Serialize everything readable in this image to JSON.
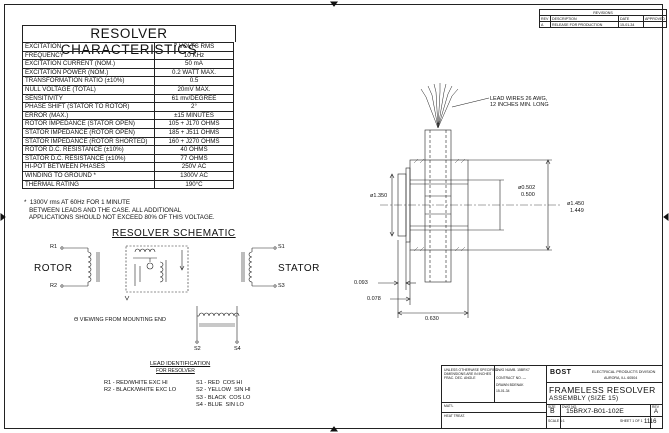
{
  "characteristics": {
    "title": "RESOLVER CHARACTERISTICS",
    "rows": [
      {
        "label": "EXCITATION",
        "value": "7 VOLTS RMS"
      },
      {
        "label": "FREQUENCY",
        "value": "10 KHz"
      },
      {
        "label": "EXCITATION CURRENT (NOM.)",
        "value": "50 mA"
      },
      {
        "label": "EXCITATION POWER (NOM.)",
        "value": "0.2 WATT MAX."
      },
      {
        "label": "TRANSFORMATION RATIO (±10%)",
        "value": "0.5"
      },
      {
        "label": "NULL VOLTAGE (TOTAL)",
        "value": "20mV MAX."
      },
      {
        "label": "SENSITIVITY",
        "value": "61 mv/DEGREE"
      },
      {
        "label": "PHASE SHIFT (STATOR TO ROTOR)",
        "value": "2°"
      },
      {
        "label": "ERROR (MAX.)",
        "value": "±15 MINUTES"
      },
      {
        "label": "ROTOR IMPEDANCE (STATOR OPEN)",
        "value": "105 + J170 OHMS"
      },
      {
        "label": "STATOR IMPEDANCE (ROTOR OPEN)",
        "value": "185 + J511 OHMS"
      },
      {
        "label": "STATOR IMPEDANCE (ROTOR SHORTED)",
        "value": "160 + J270 OHMS"
      },
      {
        "label": "ROTOR D.C. RESISTANCE (±10%)",
        "value": "40 OHMS"
      },
      {
        "label": "STATOR D.C. RESISTANCE (±10%)",
        "value": "77 OHMS"
      },
      {
        "label": "HI-POT BETWEEN PHASES",
        "value": "250V AC"
      },
      {
        "label": "WINDING TO GROUND *",
        "value": "1300V AC"
      },
      {
        "label": "THERMAL RATING",
        "value": "190°C"
      }
    ],
    "note": "*  1300V rms AT 60Hz FOR 1 MINUTE\n   BETWEEN LEADS AND THE CASE. ALL ADDITIONAL\n   APPLICATIONS SHOULD NOT EXCEED 80% OF THIS VOLTAGE."
  },
  "schematic": {
    "title": "RESOLVER SCHEMATIC",
    "rotor_label": "ROTOR",
    "stator_label": "STATOR",
    "r1": "R1",
    "r2": "R2",
    "s1": "S1",
    "s2": "S2",
    "s3": "S3",
    "s4": "S4",
    "view_note": "Θ VIEWING FROM MOUNTING END"
  },
  "lead_identification": {
    "title": "LEAD IDENTIFICATION",
    "subtitle": "FOR RESOLVER",
    "left": "R1 - RED/WHITE EXC HI\nR2 - BLACK/WHITE EXC LO",
    "right": "S1 - RED  COS HI\nS2 - YELLOW  SIN HI\nS3 - BLACK  COS LO\nS4 - BLUE  SIN LO"
  },
  "drawing": {
    "lead_note_1": "LEAD WIRES 26 AWG,",
    "lead_note_2": "12 INCHES MIN. LONG",
    "dia_1350": "ø1.350",
    "dia_0502": "ø0.502",
    "dia_0500": "0.500",
    "dia_1450": "ø1.450",
    "dia_1449": "1.449",
    "dim_0093": "0.093",
    "dim_0078": "0.078",
    "dim_0630": "0.630"
  },
  "revisions": {
    "header": "REVISIONS",
    "cols": [
      "REV",
      "DESCRIPTION",
      "DATE",
      "APPROVED"
    ],
    "row": [
      "A",
      "RELEASE FOR PRODUCTION",
      "15-01-34",
      ""
    ]
  },
  "title_block": {
    "company_line1": "ELECTRICAL PRODUCTS DIVISION",
    "company_line2": "AURORA, ILL  60504",
    "logo": "BOST",
    "title_line1": "FRAMELESS RESOLVER",
    "title_line2": "ASSEMBLY (SIZE 15)",
    "size": "B",
    "dwg_no": "15BRX7-B01-102E",
    "rev": "A",
    "scale": "1:1",
    "sheet": "1 OF 1",
    "drawn": "DRAWN  BDENAK",
    "date": "15-01-34",
    "part_no": "15BRX7"
  },
  "page_number": "1116"
}
